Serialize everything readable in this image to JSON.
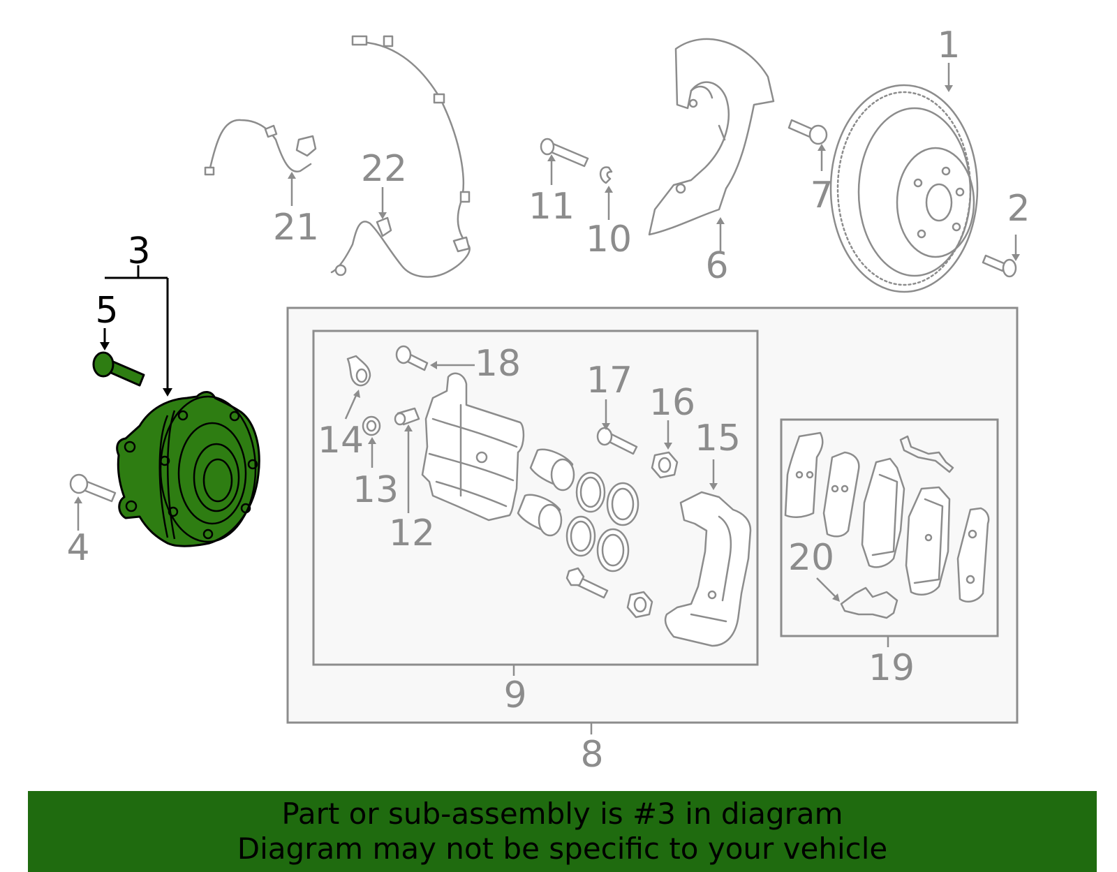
{
  "labels": {
    "l1": "1",
    "l2": "2",
    "l3": "3",
    "l4": "4",
    "l5": "5",
    "l6": "6",
    "l7": "7",
    "l8": "8",
    "l9": "9",
    "l10": "10",
    "l11": "11",
    "l12": "12",
    "l13": "13",
    "l14": "14",
    "l15": "15",
    "l16": "16",
    "l17": "17",
    "l18": "18",
    "l19": "19",
    "l20": "20",
    "l21": "21",
    "l22": "22"
  },
  "highlighted_part": "3",
  "colors": {
    "highlight_fill": "#2e7d12",
    "banner_background": "#1f6b0f",
    "part_outline": "#8c8c8c"
  },
  "banner": {
    "line1": "Part or sub-assembly is #3 in diagram",
    "line2": "Diagram may not be specific to your vehicle"
  }
}
